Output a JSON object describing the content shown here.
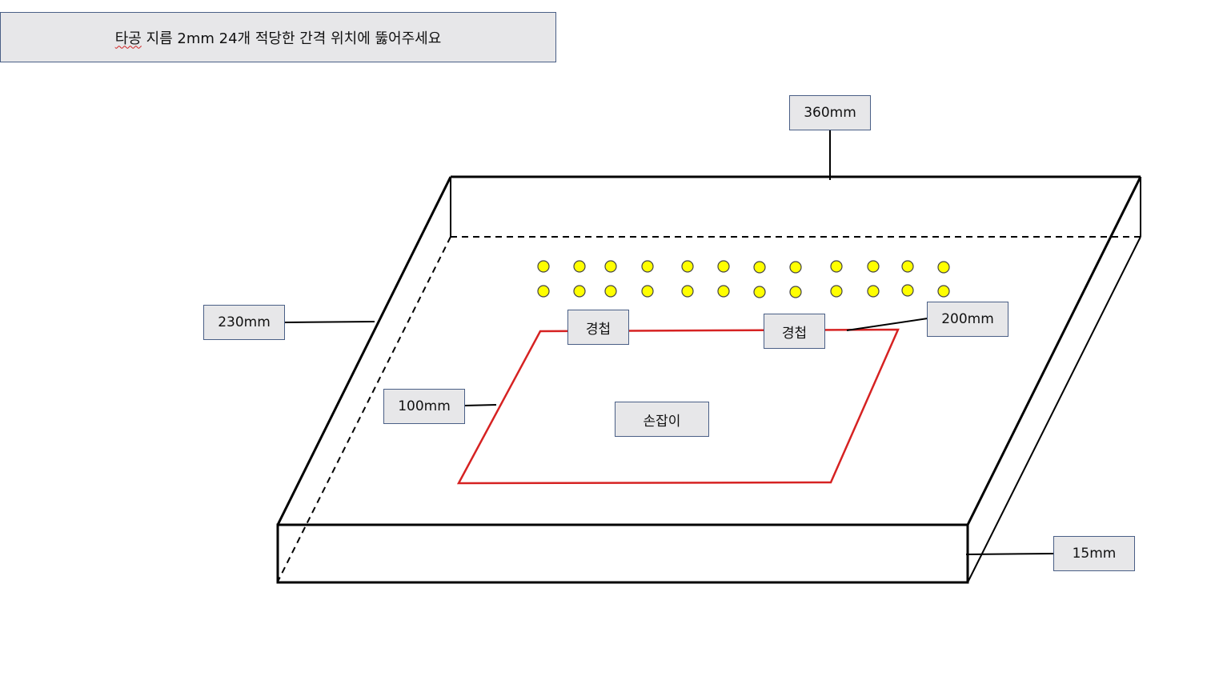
{
  "note": {
    "word_underlined": "타공",
    "rest": " 지름 2mm 24개 적당한 간격 위치에 뚫어주세요"
  },
  "labels": {
    "width": "360mm",
    "depth": "230mm",
    "thickness": "15mm",
    "handle_width": "200mm",
    "handle_depth": "100mm",
    "hinge_left": "경첩",
    "hinge_right": "경첩",
    "handle": "손잡이"
  },
  "holes": {
    "count": 24,
    "rows": 2,
    "per_row": 12,
    "fill_color": "#ffff00",
    "stroke_color": "#444444"
  },
  "colors": {
    "outline": "#000000",
    "handle_outline": "#d62222",
    "label_fill": "#e7e7e9",
    "label_border": "#4a5f86"
  }
}
